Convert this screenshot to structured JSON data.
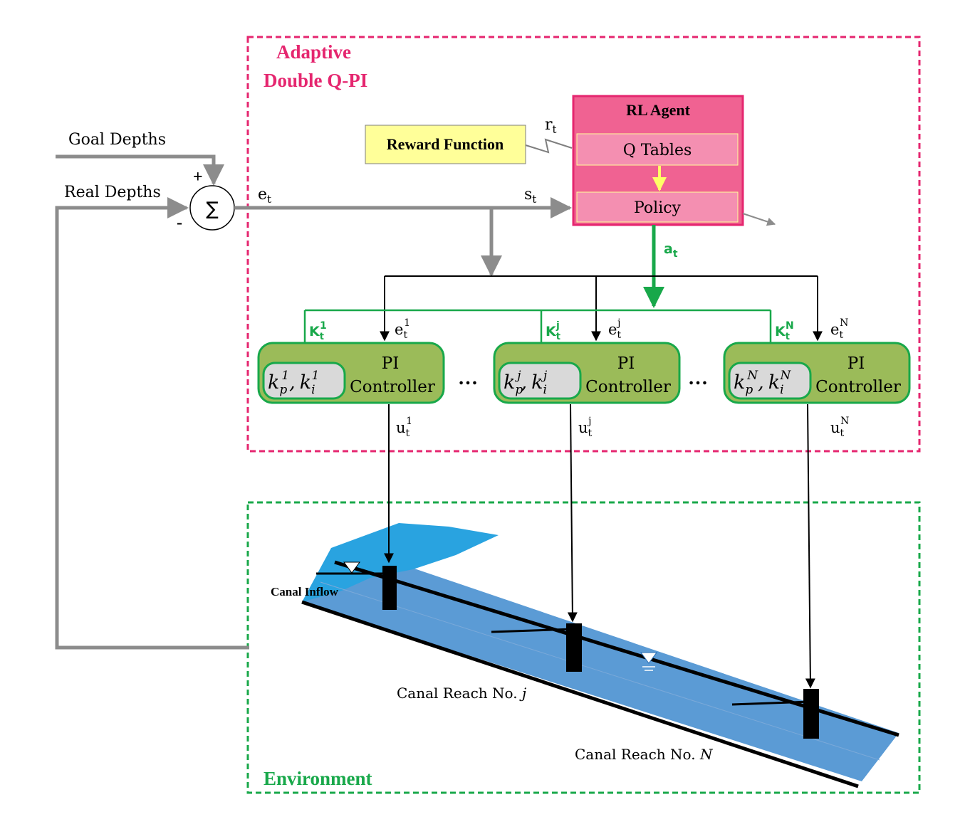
{
  "qpi": {
    "title_line1": "Adaptive",
    "title_line2": "Double Q-PI",
    "color": "#e5266f"
  },
  "env": {
    "title": "Environment",
    "color": "#18a84a"
  },
  "inputs": {
    "goal": "Goal Depths",
    "real": "Real Depths",
    "plus": "+",
    "minus": "-",
    "sum": "∑"
  },
  "signals": {
    "e": "e",
    "s": "s",
    "r": "r",
    "a": "a",
    "sub_t": "t"
  },
  "agent": {
    "title": "RL Agent",
    "qtables": "Q Tables",
    "policy": "Policy",
    "color": "#f06292"
  },
  "reward": {
    "label": "Reward Function",
    "color": "#ffff99"
  },
  "controllers": [
    {
      "label1": "PI",
      "label2": "Controller",
      "gain_sup": "1",
      "err_sup": "1",
      "out_sup": "1",
      "kp_sup": "1",
      "ki_sup": "1"
    },
    {
      "label1": "PI",
      "label2": "Controller",
      "gain_sup": "j",
      "err_sup": "j",
      "out_sup": "j",
      "kp_sup": "j",
      "ki_sup": "j"
    },
    {
      "label1": "PI",
      "label2": "Controller",
      "gain_sup": "N",
      "err_sup": "N",
      "out_sup": "N",
      "kp_sup": "N",
      "ki_sup": "N"
    }
  ],
  "ctrl_symbols": {
    "K": "K",
    "u": "u",
    "kp": "k",
    "kp_sub": "p",
    "ki_sub": "i",
    "comma": ",",
    "ellipsis": "…"
  },
  "ctrl_color": "#9bbb59",
  "canal": {
    "inflow": "Canal Inflow",
    "reach_j": "Canal Reach No.",
    "reach_j_var": "j",
    "reach_n": "Canal Reach No.",
    "reach_n_var": "N",
    "water_color": "#5b9bd5"
  }
}
